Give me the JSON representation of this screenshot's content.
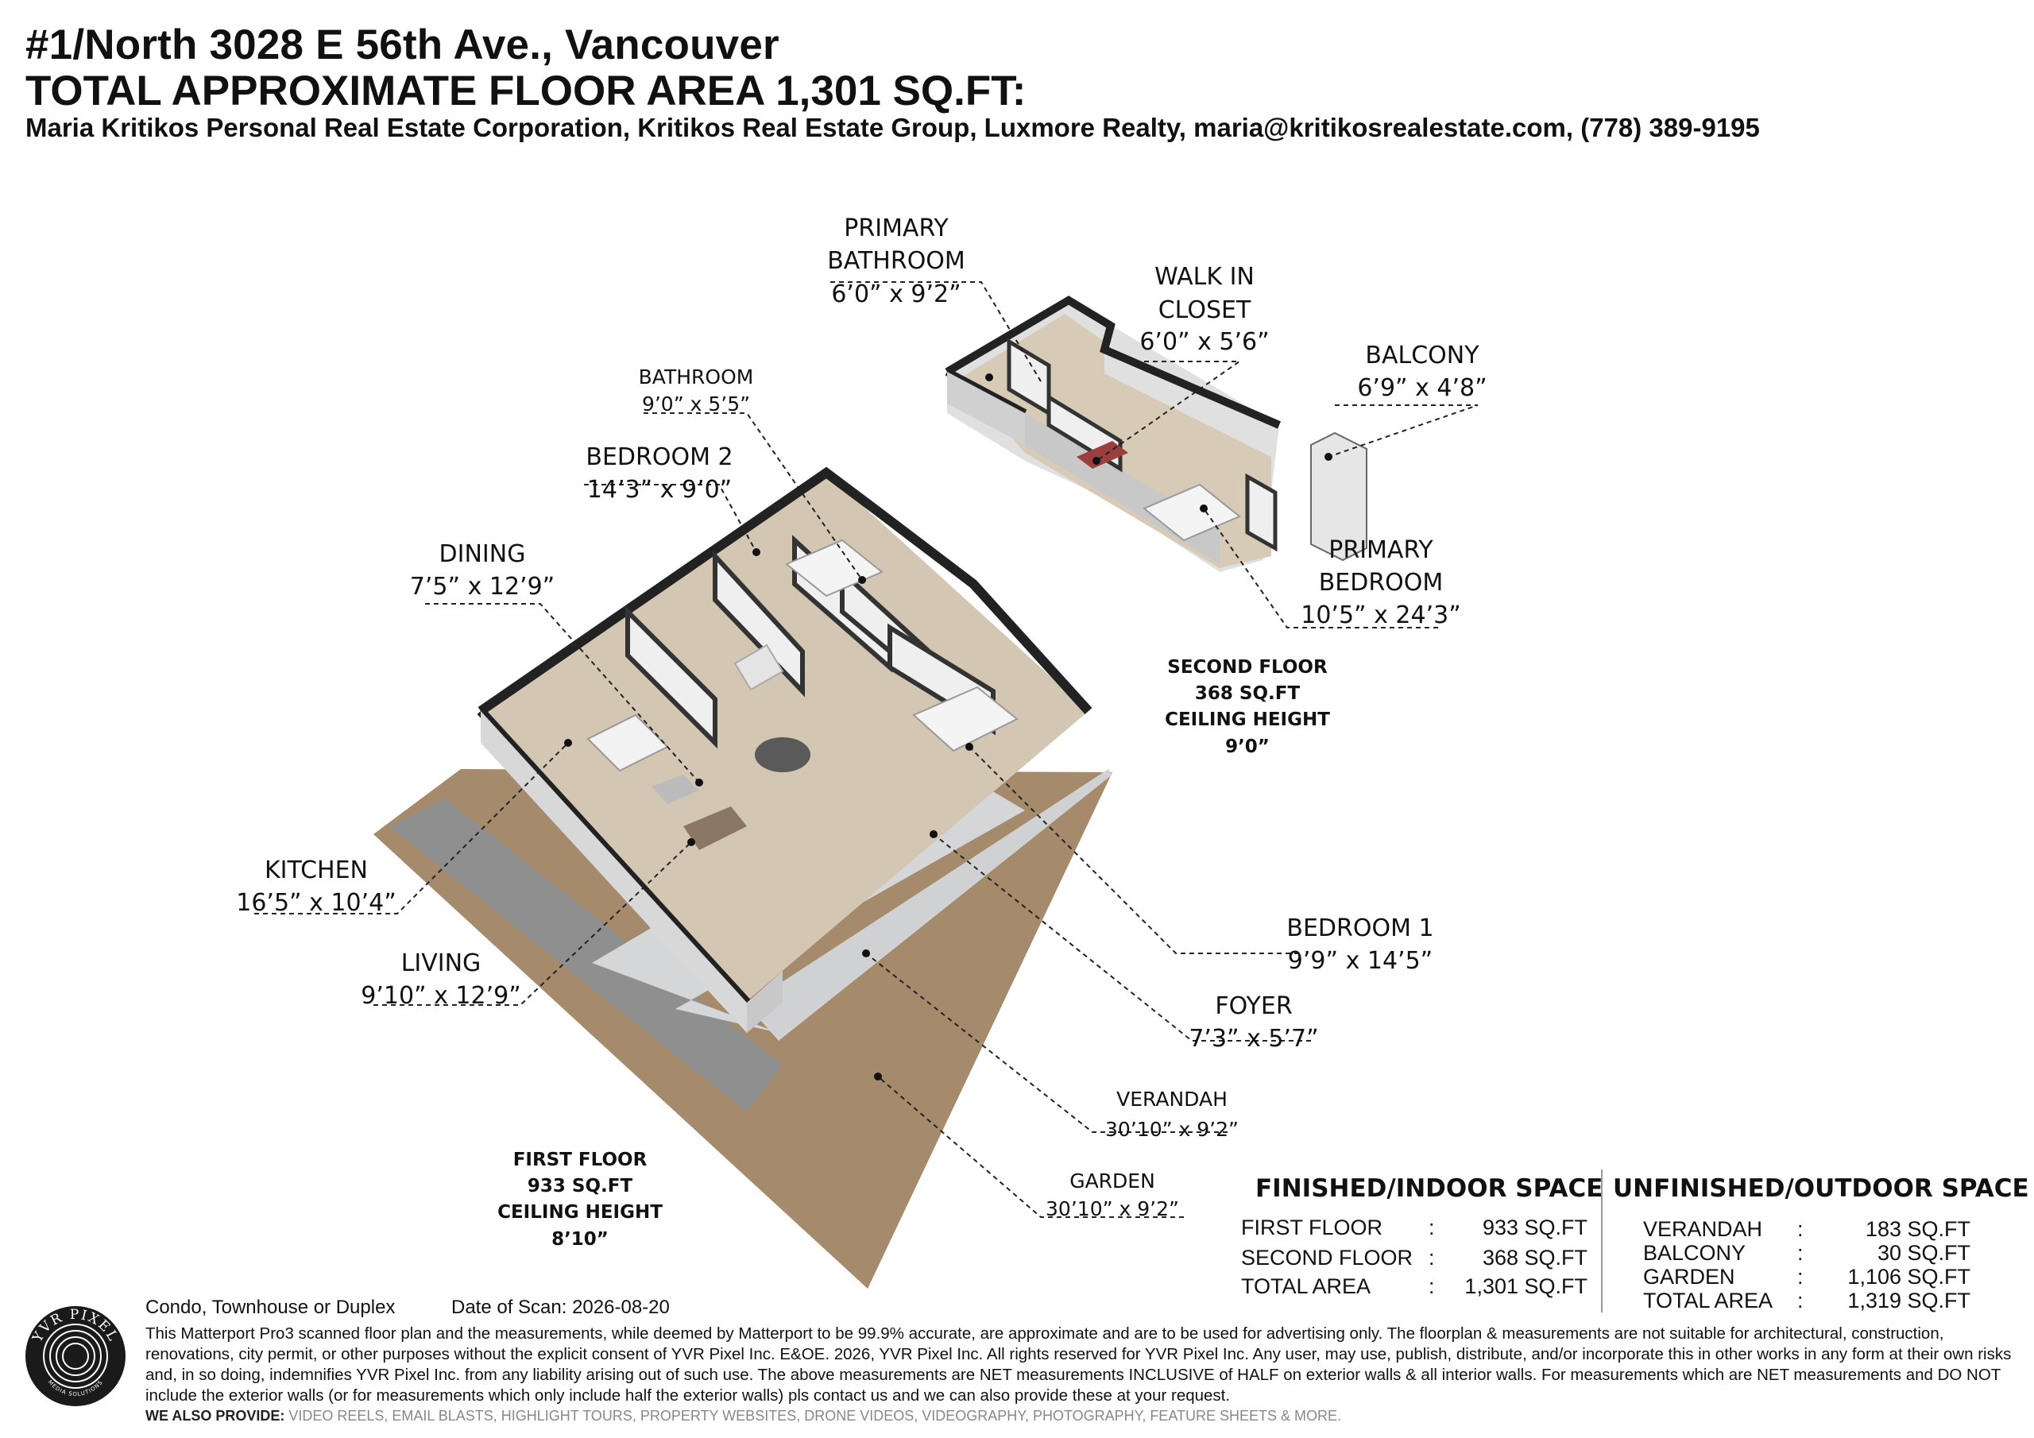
{
  "header": {
    "address": "#1/North 3028 E 56th Ave., Vancouver",
    "total_area": "TOTAL APPROXIMATE FLOOR AREA 1,301 SQ.FT:",
    "agent": "Maria Kritikos Personal Real Estate Corporation, Kritikos Real Estate Group, Luxmore Realty, maria@kritikosrealestate.com, (778) 389-9195"
  },
  "rooms": {
    "primary_bathroom": {
      "name1": "PRIMARY",
      "name2": "BATHROOM",
      "dims": "6’0” x 9’2”"
    },
    "walk_in_closet": {
      "name1": "WALK IN",
      "name2": "CLOSET",
      "dims": "6’0” x 5’6”"
    },
    "balcony": {
      "name": "BALCONY",
      "dims": "6’9” x 4’8”"
    },
    "primary_bedroom": {
      "name1": "PRIMARY",
      "name2": "BEDROOM",
      "dims": "10’5” x 24’3”"
    },
    "bathroom": {
      "name": "BATHROOM",
      "dims": "9’0” x 5’5”"
    },
    "bedroom_2": {
      "name": "BEDROOM 2",
      "dims": "14’3” x 9’0”"
    },
    "dining": {
      "name": "DINING",
      "dims": "7’5” x 12’9”"
    },
    "kitchen": {
      "name": "KITCHEN",
      "dims": "16’5” x 10’4”"
    },
    "living": {
      "name": "LIVING",
      "dims": "9’10” x 12’9”"
    },
    "bedroom_1": {
      "name": "BEDROOM 1",
      "dims": "9’9” x 14’5”"
    },
    "foyer": {
      "name": "FOYER",
      "dims": "7’3” x 5’7”"
    },
    "verandah": {
      "name": "VERANDAH",
      "dims": "30’10” x 9’2”"
    },
    "garden": {
      "name": "GARDEN",
      "dims": "30’10” x 9’2”"
    }
  },
  "floors": {
    "second": {
      "l1": "SECOND FLOOR",
      "l2": "368 SQ.FT",
      "l3": "CEILING HEIGHT",
      "l4": "9’0”"
    },
    "first": {
      "l1": "FIRST FLOOR",
      "l2": "933 SQ.FT",
      "l3": "CEILING HEIGHT",
      "l4": "8’10”"
    }
  },
  "finished": {
    "title": "FINISHED/INDOOR SPACE",
    "rows": [
      {
        "label": "FIRST FLOOR",
        "sep": ":",
        "value": "933 SQ.FT"
      },
      {
        "label": "SECOND FLOOR",
        "sep": ":",
        "value": "368 SQ.FT"
      },
      {
        "label": "TOTAL AREA",
        "sep": ":",
        "value": "1,301 SQ.FT"
      }
    ]
  },
  "unfinished": {
    "title": "UNFINISHED/OUTDOOR SPACE",
    "rows": [
      {
        "label": "VERANDAH",
        "sep": ":",
        "value": "183 SQ.FT"
      },
      {
        "label": "BALCONY",
        "sep": ":",
        "value": "30 SQ.FT"
      },
      {
        "label": "GARDEN",
        "sep": ":",
        "value": "1,106 SQ.FT"
      },
      {
        "label": "TOTAL AREA",
        "sep": ":",
        "value": "1,319 SQ.FT"
      }
    ]
  },
  "footer": {
    "property_type": "Condo, Townhouse or Duplex",
    "scan_date": "Date of Scan: 2026-08-20",
    "disclaimer": "This Matterport Pro3 scanned floor plan and the measurements, while deemed by Matterport to be 99.9% accurate, are approximate and are to be used for advertising only. The floorplan & measurements are not suitable for architectural, construction, renovations, city permit, or other purposes without the explicit consent of YVR Pixel Inc. E&OE. 2026, YVR Pixel Inc. All rights reserved for YVR Pixel Inc. Any user, may use, publish, distribute, and/or incorporate this in other works in any form at their own risks and, in so doing, indemnifies YVR Pixel Inc. from any liability arising out of such use. The above measurements are NET measurements INCLUSIVE of HALF on exterior walls & all interior walls. For measurements which are NET measurements and DO NOT include the exterior walls (or for measurements which only include half the exterior walls) pls contact us and we can also provide these at your request.",
    "provide_label": "WE ALSO PROVIDE:",
    "provide_list": "VIDEO REELS, EMAIL BLASTS, HIGHLIGHT TOURS, PROPERTY WEBSITES, DRONE VIDEOS, VIDEOGRAPHY, PHOTOGRAPHY, FEATURE SHEETS & MORE."
  },
  "logo": {
    "text_top": "YVR PIXEL",
    "text_bottom": "MEDIA SOLUTIONS"
  }
}
